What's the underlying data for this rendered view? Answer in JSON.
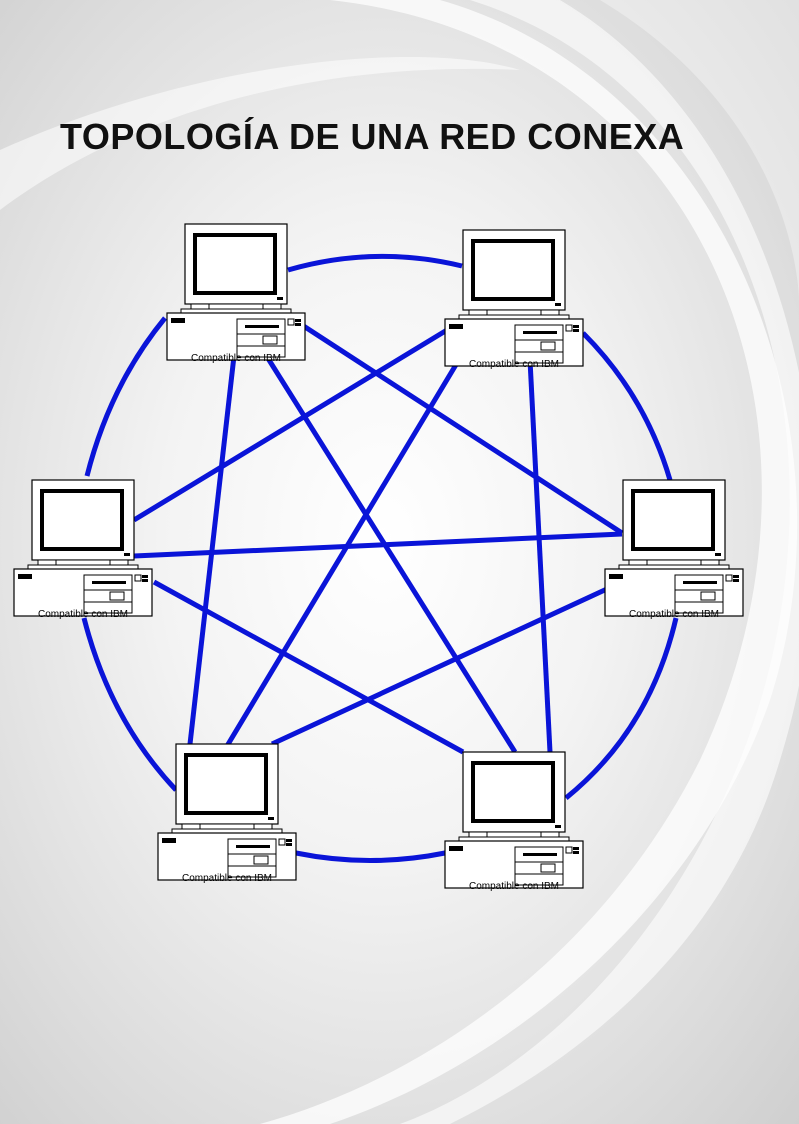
{
  "title": "TOPOLOGÍA DE UNA RED CONEXA",
  "link_color": "#0a14d8",
  "nodes": [
    {
      "id": "top-left",
      "label": "Compatible con IBM"
    },
    {
      "id": "top-right",
      "label": "Compatible con IBM"
    },
    {
      "id": "middle-left",
      "label": "Compatible con IBM"
    },
    {
      "id": "middle-right",
      "label": "Compatible con IBM"
    },
    {
      "id": "bottom-left",
      "label": "Compatible con IBM"
    },
    {
      "id": "bottom-right",
      "label": "Compatible con IBM"
    }
  ],
  "links": [
    [
      "top-left",
      "top-right"
    ],
    [
      "top-left",
      "middle-left"
    ],
    [
      "top-left",
      "middle-right"
    ],
    [
      "top-left",
      "bottom-left"
    ],
    [
      "top-left",
      "bottom-right"
    ],
    [
      "top-right",
      "middle-left"
    ],
    [
      "top-right",
      "middle-right"
    ],
    [
      "top-right",
      "bottom-left"
    ],
    [
      "top-right",
      "bottom-right"
    ],
    [
      "middle-left",
      "middle-right"
    ],
    [
      "middle-left",
      "bottom-left"
    ],
    [
      "middle-left",
      "bottom-right"
    ],
    [
      "middle-right",
      "bottom-left"
    ],
    [
      "middle-right",
      "bottom-right"
    ],
    [
      "bottom-left",
      "bottom-right"
    ]
  ]
}
